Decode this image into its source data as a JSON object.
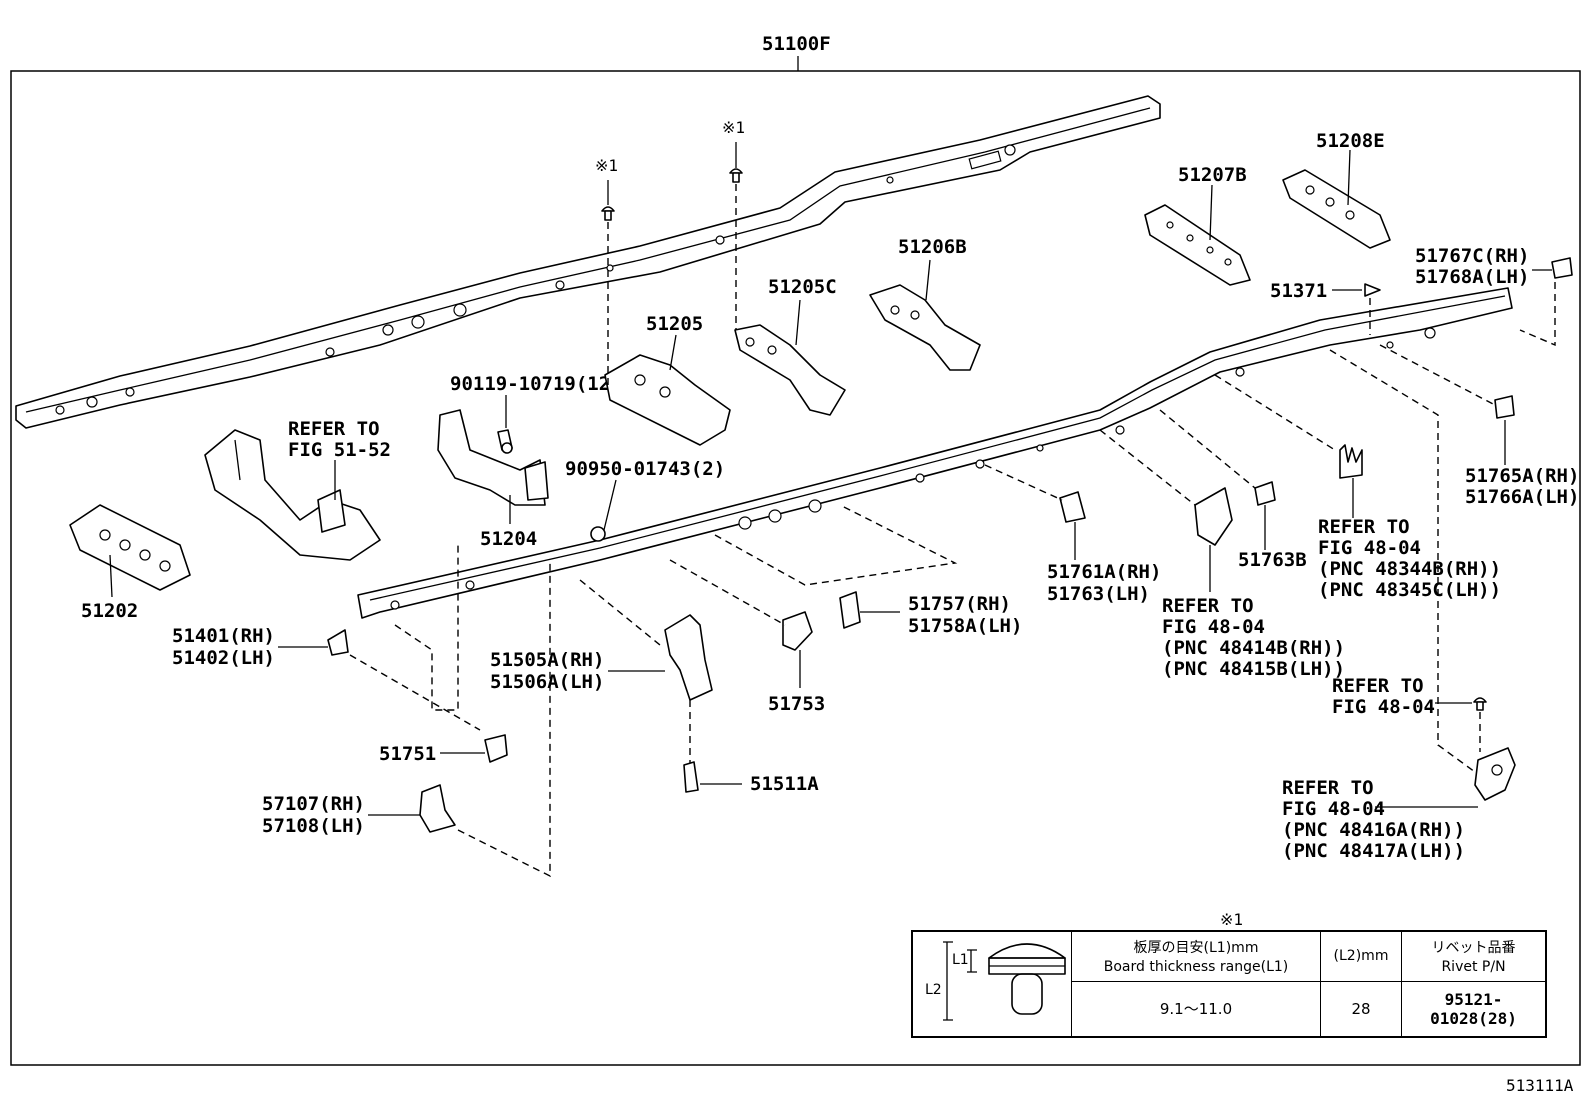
{
  "assembly_number": "51100F",
  "figure_code": "513111A",
  "note_mark": "※1",
  "rivet_marks": [
    "※1",
    "※1"
  ],
  "labels": {
    "p51202": "51202",
    "refer_51_52_line1": "REFER TO",
    "refer_51_52_line2": "FIG 51-52",
    "p51204": "51204",
    "p90119": "90119-10719(12)",
    "p90950": "90950-01743(2)",
    "p51205": "51205",
    "p51205C": "51205C",
    "p51206B": "51206B",
    "p51207B": "51207B",
    "p51208E": "51208E",
    "p51371": "51371",
    "p51767C": "51767C(RH)",
    "p51768A": "51768A(LH)",
    "p51765A": "51765A(RH)",
    "p51766A": "51766A(LH)",
    "p51401": "51401(RH)",
    "p51402": "51402(LH)",
    "p51505A": "51505A(RH)",
    "p51506A": "51506A(LH)",
    "p51757": "51757(RH)",
    "p51758A": "51758A(LH)",
    "p51753": "51753",
    "p51761A": "51761A(RH)",
    "p51763": "51763(LH)",
    "p51763B": "51763B",
    "p51751": "51751",
    "p51511A": "51511A",
    "p57107": "57107(RH)",
    "p57108": "57108(LH)",
    "refer_48414": [
      "REFER TO",
      "FIG 48-04",
      "(PNC 48414B(RH))",
      "(PNC 48415B(LH))"
    ],
    "refer_48344": [
      "REFER TO",
      "FIG 48-04",
      "(PNC 48344B(RH))",
      "(PNC 48345C(LH))"
    ],
    "refer_48_04": [
      "REFER TO",
      "FIG 48-04"
    ],
    "refer_48416": [
      "REFER TO",
      "FIG 48-04",
      "(PNC 48416A(RH))",
      "(PNC 48417A(LH))"
    ]
  },
  "rivet_table": {
    "dim_l1": "L1",
    "dim_l2": "L2",
    "col1_header_jp": "板厚の目安(L1)mm",
    "col1_header_en": "Board thickness range(L1)",
    "col2_header": "(L2)mm",
    "col3_header_jp": "リベット品番",
    "col3_header_en": "Rivet P/N",
    "thickness_range": "9.1～11.0",
    "l2_value": "28",
    "rivet_pn": "95121-01028(28)"
  }
}
